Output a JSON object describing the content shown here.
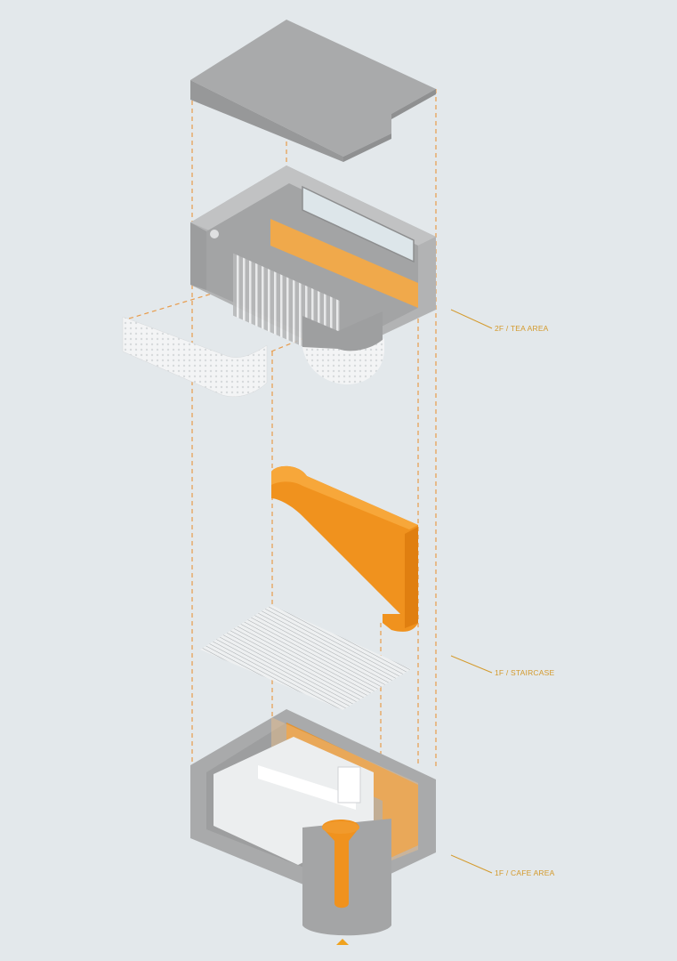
{
  "diagram": {
    "type": "exploded-axonometric",
    "colors": {
      "background": "#e3e8eb",
      "accent_orange": "#f0921e",
      "label_gold": "#d49a2c",
      "guide_dash": "#e89b4a",
      "concrete_top": "#a9aaab",
      "concrete_side": "#9a9b9c",
      "white_element": "#f4f5f6"
    },
    "layers": [
      {
        "id": "roof",
        "name": "Roof slab"
      },
      {
        "id": "2f",
        "name": "2F tea area volume",
        "label": "2F  /  TEA AREA"
      },
      {
        "id": "facade",
        "name": "Perforated curved facade screen"
      },
      {
        "id": "staircase",
        "name": "Orange staircase",
        "label": "1F / STAIRCASE"
      },
      {
        "id": "floor-grille",
        "name": "Striped floor plate"
      },
      {
        "id": "1f",
        "name": "1F cafe area volume",
        "label": "1F / CAFE AREA"
      }
    ],
    "labels": {
      "tea_area": "2F  /  TEA AREA",
      "staircase": "1F / STAIRCASE",
      "cafe_area": "1F / CAFE AREA"
    },
    "entrance_marker": "triangle-up"
  }
}
